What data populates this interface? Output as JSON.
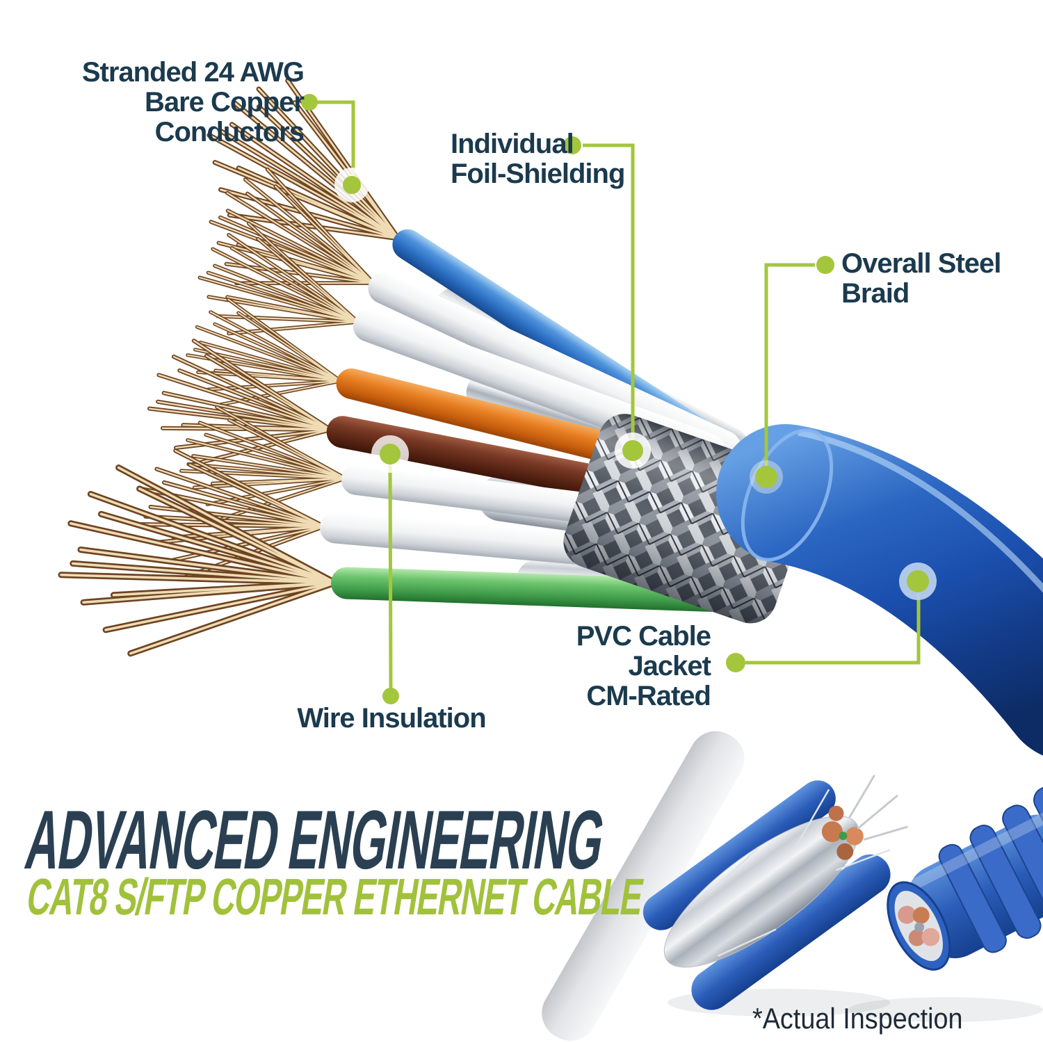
{
  "colors": {
    "accent_green": "#a4c63c",
    "label_navy": "#1b3a4e",
    "title_dark": "#2a4052",
    "subtitle_green": "#a2c13b",
    "cable_blue": "#2058b8",
    "copper": "#a97440",
    "footnote_dark": "#1e2a38"
  },
  "callouts": {
    "stranded": {
      "lines": [
        "Stranded 24 AWG",
        "Bare Copper",
        "Conductors"
      ]
    },
    "foil": {
      "lines": [
        "Individual",
        "Foil-Shielding"
      ]
    },
    "braid": {
      "lines": [
        "Overall Steel",
        "Braid"
      ]
    },
    "jacket": {
      "lines": [
        "PVC Cable",
        "Jacket",
        "CM-Rated"
      ]
    },
    "insulation": {
      "lines": [
        "Wire Insulation"
      ]
    }
  },
  "banner": {
    "title": "ADVANCED ENGINEERING",
    "subtitle": "CAT8 S/FTP COPPER ETHERNET CABLE"
  },
  "footnote": "*Actual Inspection",
  "illustration": {
    "type": "cable-cutaway-diagram",
    "wire_colors": [
      "blue",
      "white",
      "white",
      "orange",
      "brown",
      "white",
      "white",
      "green"
    ],
    "layers": [
      "stranded-bare-copper-conductors",
      "wire-insulation",
      "individual-foil-shielding",
      "overall-steel-braid",
      "pvc-cable-jacket"
    ]
  }
}
